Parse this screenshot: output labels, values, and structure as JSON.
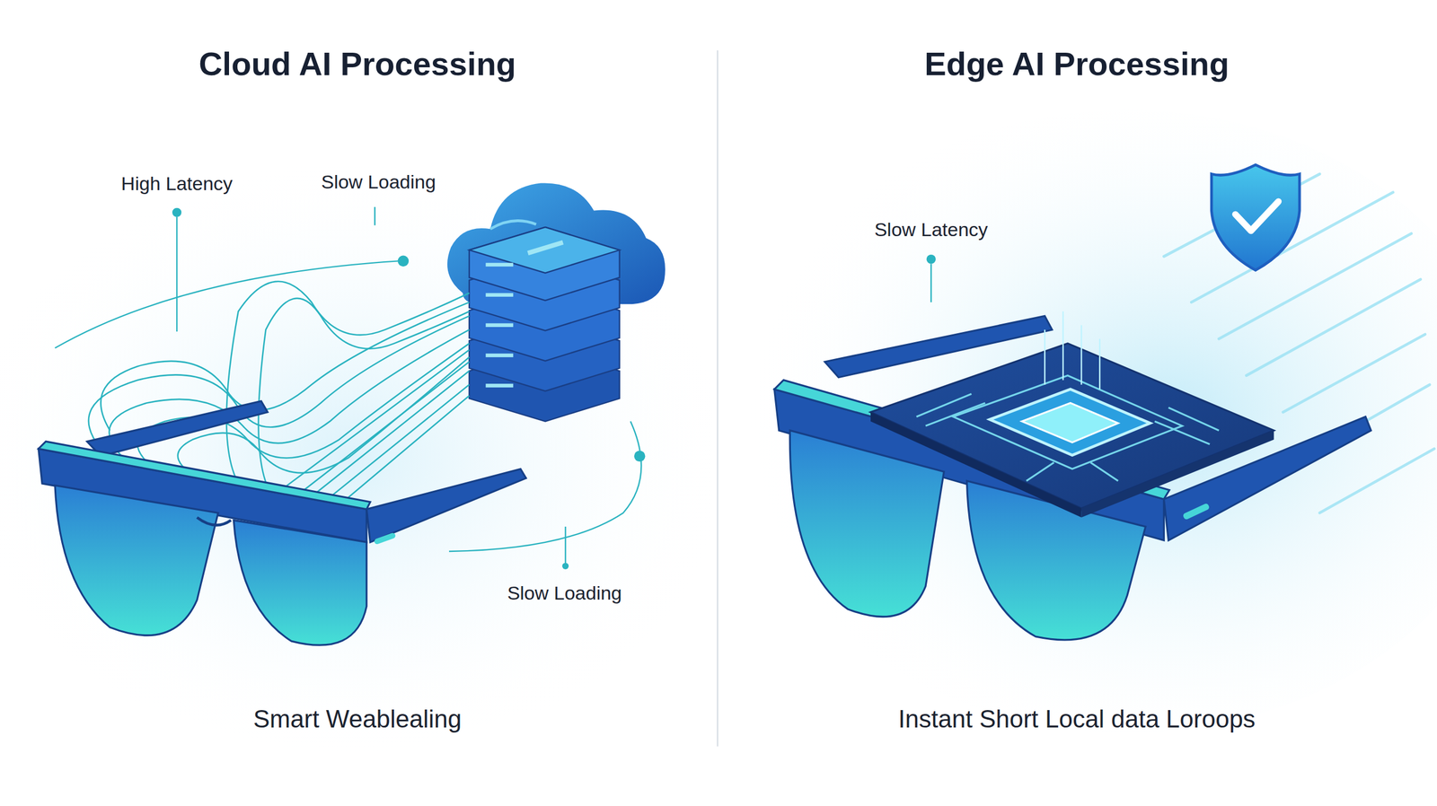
{
  "diagram": {
    "labels": [
      "Cloud AI Processing",
      "Edge AI Processing",
      "High Latency",
      "Slow Loading",
      "Slow Loading",
      "Smart Weablealing",
      "Slow Latency",
      "Instant Short Local data Loroops"
    ]
  }
}
